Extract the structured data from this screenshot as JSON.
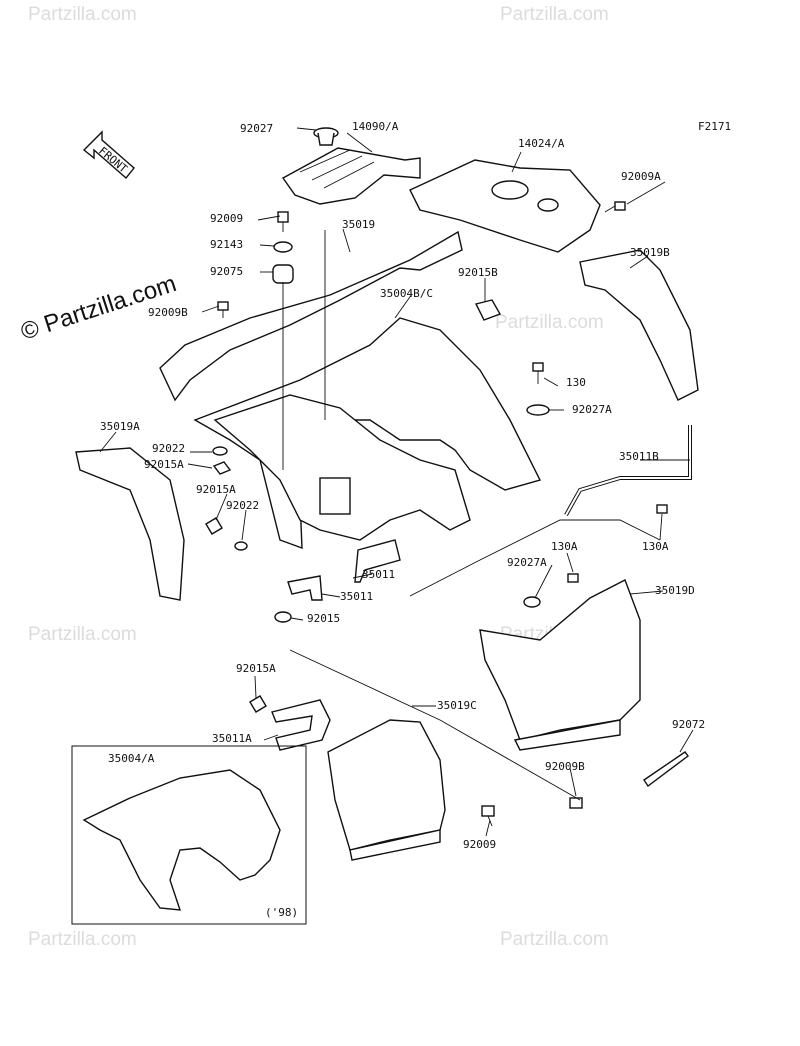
{
  "figure_code": "F2171",
  "front_label": "FRONT",
  "inset_year": "('98)",
  "watermark": "Partzilla.com",
  "watermark_big": "© Partzilla.com",
  "callouts": {
    "c92027": "92027",
    "c14090a": "14090/A",
    "c14024a": "14024/A",
    "c92009a": "92009A",
    "c92009": "92009",
    "c35019": "35019",
    "c92143": "92143",
    "c92075": "92075",
    "c92009b": "92009B",
    "c35019b": "35019B",
    "c92015b": "92015B",
    "c35004bc": "35004B/C",
    "c130": "130",
    "c92027a": "92027A",
    "c35019a": "35019A",
    "c92022": "92022",
    "c92015a": "92015A",
    "c35011b": "35011B",
    "c92015a2": "92015A",
    "c92022b": "92022",
    "c130a": "130A",
    "c130a2": "130A",
    "c92027a2": "92027A",
    "c35011": "35011",
    "c35011b2": "35011",
    "c35019d": "35019D",
    "c92015": "92015",
    "c92015a3": "92015A",
    "c35019c": "35019C",
    "c35011a": "35011A",
    "c35004a": "35004/A",
    "c92072": "92072",
    "c92009b2": "92009B",
    "c92009b3": "92009"
  }
}
